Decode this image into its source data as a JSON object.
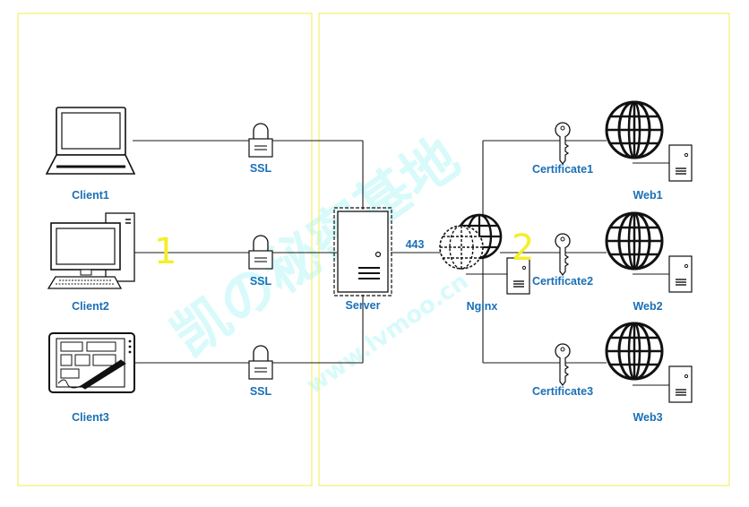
{
  "clients": [
    {
      "label": "Client1",
      "icon": "laptop-icon"
    },
    {
      "label": "Client2",
      "icon": "desktop-icon"
    },
    {
      "label": "Client3",
      "icon": "tablet-icon"
    }
  ],
  "ssl": [
    {
      "label": "SSL",
      "icon": "lock-icon"
    },
    {
      "label": "SSL",
      "icon": "lock-icon"
    },
    {
      "label": "SSL",
      "icon": "lock-icon"
    }
  ],
  "server": {
    "label": "Server",
    "icon": "server-icon"
  },
  "port": {
    "label": "443"
  },
  "nginx": {
    "label": "Nginx",
    "icon": "globe-icon"
  },
  "certificates": [
    {
      "label": "Certificate1",
      "icon": "key-icon"
    },
    {
      "label": "Certificate2",
      "icon": "key-icon"
    },
    {
      "label": "Certificate3",
      "icon": "key-icon"
    }
  ],
  "webs": [
    {
      "label": "Web1",
      "icon": "globe-icon"
    },
    {
      "label": "Web2",
      "icon": "globe-icon"
    },
    {
      "label": "Web3",
      "icon": "globe-icon"
    }
  ],
  "annotations": {
    "one": "1",
    "two": "2"
  },
  "colors": {
    "label": "#1a6fb5",
    "zone_border": "#f2f06a",
    "annotation": "#f5ee2a",
    "watermark": "#7ff0f0"
  }
}
